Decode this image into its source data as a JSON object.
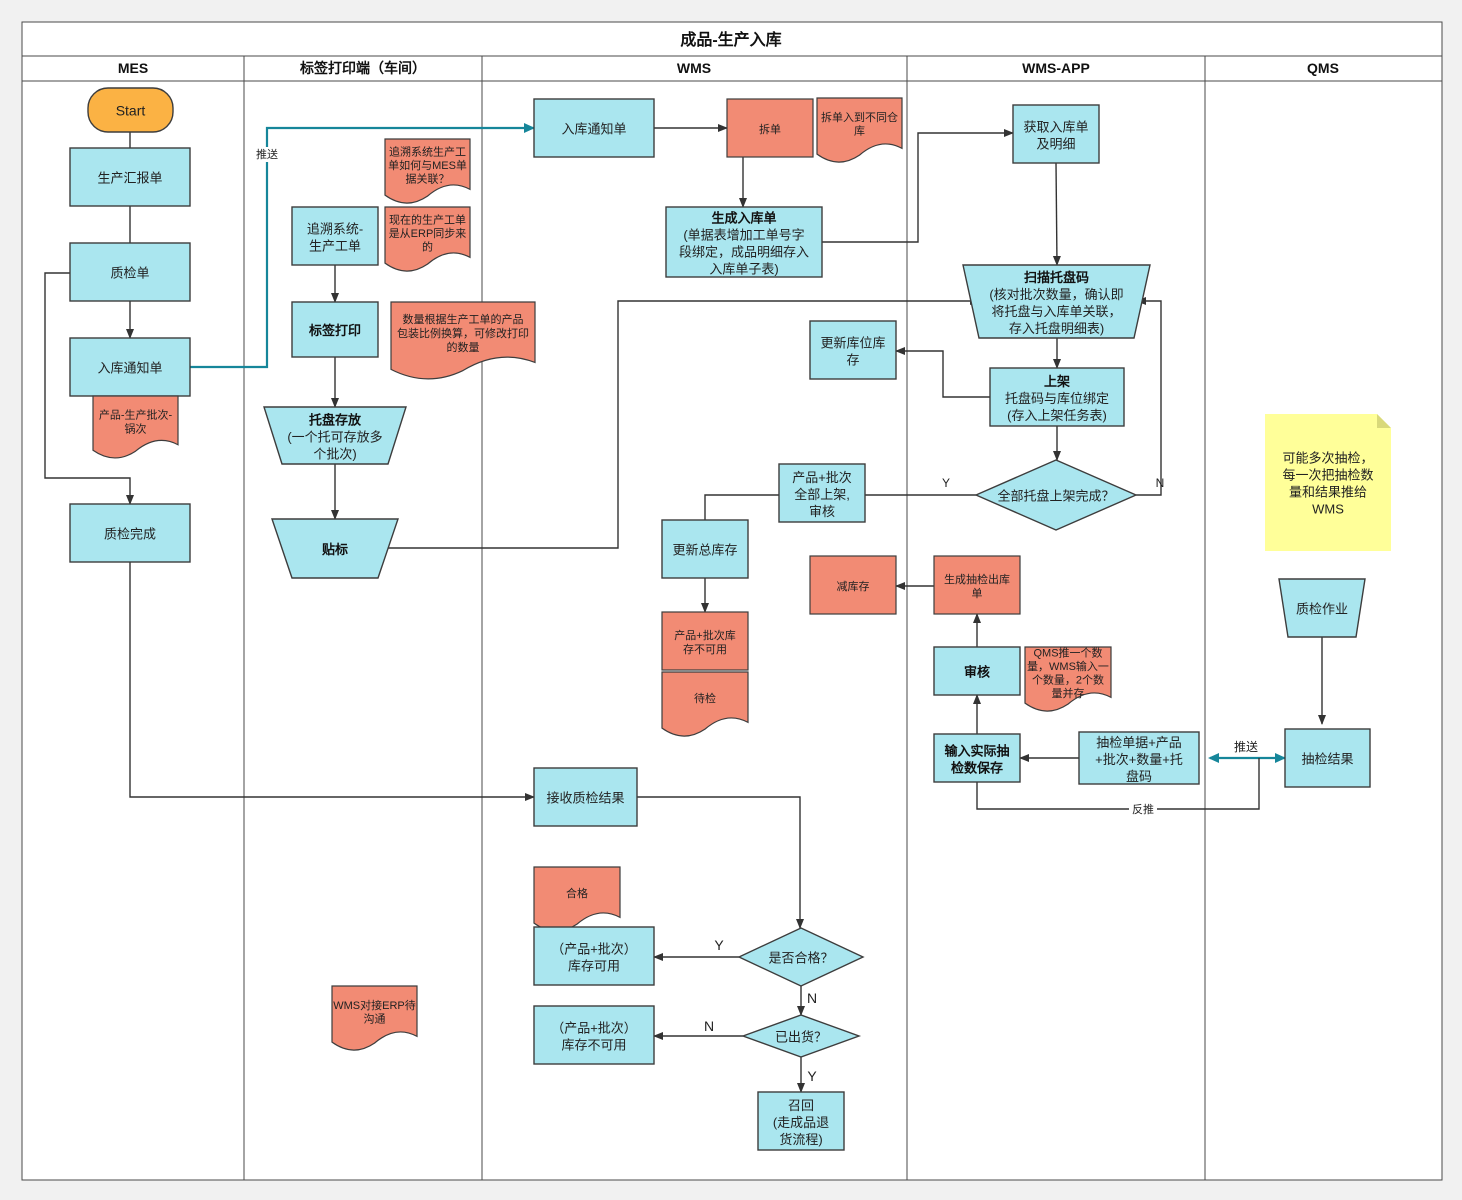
{
  "title": "成品-生产入库",
  "lanes": [
    "MES",
    "标签打印端（车间）",
    "WMS",
    "WMS-APP",
    "QMS"
  ],
  "nodes": {
    "start": "Start",
    "prod_report": "生产汇报单",
    "qc_order": "质检单",
    "mes_inbound_notice": "入库通知单",
    "mes_note_batch": [
      "产品-生产批次-",
      "锅次"
    ],
    "qc_done": "质检完成",
    "trace_wo": [
      "追溯系统-",
      "生产工单"
    ],
    "label_print": "标签打印",
    "pallet_store": [
      "托盘存放",
      "(一个托可存放多",
      "个批次)"
    ],
    "labeling": "贴标",
    "note_trace_mes": [
      "追溯系统生产工",
      "单如何与MES单",
      "据关联？"
    ],
    "note_erp_sync": [
      "现在的生产工单",
      "是从ERP同步来",
      "的"
    ],
    "note_qty_convert": [
      "数量根据生产工单的产品",
      "包装比例换算，可修改打印",
      "的数量"
    ],
    "note_erp_comm": [
      "WMS对接ERP待",
      "沟通"
    ],
    "wms_inbound_notice": "入库通知单",
    "split": "拆单",
    "note_split": [
      "拆单入到不同仓",
      "库"
    ],
    "gen_inbound": [
      "生成入库单",
      "(单据表增加工单号字",
      "段绑定，成品明细存入",
      "入库单子表)"
    ],
    "update_loc_stock": [
      "更新库位库",
      "存"
    ],
    "prod_batch_shelved": [
      "产品+批次",
      "全部上架,",
      "审核"
    ],
    "update_total_stock": "更新总库存",
    "note_unavailable": [
      "产品+批次库",
      "存不可用"
    ],
    "note_pending": "待检",
    "reduce_stock": "减库存",
    "receive_qc": "接收质检结果",
    "note_qualified": "合格",
    "stock_available": [
      "（产品+批次）",
      "库存可用"
    ],
    "stock_unavailable": [
      "（产品+批次）",
      "库存不可用"
    ],
    "is_qualified": "是否合格？",
    "shipped": "已出货？",
    "recall": [
      "召回",
      "(走成品退",
      "货流程)"
    ],
    "get_inbound": [
      "获取入库单",
      "及明细"
    ],
    "scan_pallet": [
      "扫描托盘码",
      "(核对批次数量，确认即",
      "将托盘与入库单关联，",
      "存入托盘明细表)"
    ],
    "shelve": [
      "上架",
      "托盘码与库位绑定",
      "(存入上架任务表)"
    ],
    "all_shelved": "全部托盘上架完成？",
    "gen_sample_out": [
      "生成抽检出库",
      "单"
    ],
    "audit": "审核",
    "note_qms_push": [
      "QMS推一个数",
      "量，WMS输入一",
      "个数量，2个数",
      "量并存"
    ],
    "input_sample": [
      "输入实际抽",
      "检数保存"
    ],
    "sample_info": [
      "抽检单据+产品",
      "+批次+数量+托",
      "盘码"
    ],
    "sticky_note": [
      "可能多次抽检，",
      "每一次把抽检数",
      "量和结果推给",
      "WMS"
    ],
    "qc_work": "质检作业",
    "sample_result": "抽检结果"
  },
  "edge_labels": {
    "push_1": "推送",
    "y_shelved": "Y",
    "n_shelved": "N",
    "push_2": "推送",
    "feedback": "反推",
    "y_qualified": "Y",
    "n_qualified": "N",
    "n_shipped": "N",
    "y_shipped": "Y"
  }
}
